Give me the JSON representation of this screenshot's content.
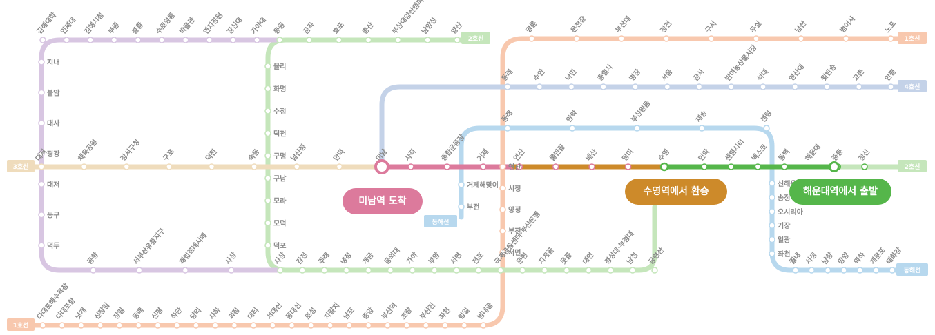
{
  "colors": {
    "line1": "#f8c8ae",
    "line2": "#c5e6bb",
    "line3": "#efdcbc",
    "line4": "#c4d2e8",
    "donghae": "#b7d8ee",
    "busangimhae": "#d8c6e2",
    "route_pink": "#dc7a9c",
    "route_brown": "#cd8a2a",
    "route_green": "#55b64a"
  },
  "badges": {
    "line1_top": "1호선",
    "line1_bottom": "1호선",
    "line2_right": "2호선",
    "line2_top": "2호선",
    "line3_left": "3호선",
    "line4_right": "4호선",
    "donghae_right": "동해선",
    "donghae_mid": "동해선"
  },
  "callouts": {
    "arrive": "미남역 도착",
    "transfer": "수영역에서 환승",
    "depart": "해운대역에서 출발"
  },
  "stations": {
    "line2_top": [
      "동원",
      "금곡",
      "호포",
      "증산",
      "부산대양산캠퍼스",
      "남양산",
      "양산"
    ],
    "line1_top": [
      "명륜",
      "온천장",
      "부산대",
      "장전",
      "구서",
      "두실",
      "남산",
      "범어사",
      "노포"
    ],
    "line4": [
      "동래",
      "수안",
      "낙민",
      "충렬사",
      "명장",
      "서동",
      "금사",
      "반여농산물시장",
      "석대",
      "영산대",
      "윗반송",
      "고촌",
      "안평"
    ],
    "line3": [
      "대저",
      "체육공원",
      "강서구청",
      "구포",
      "덕천",
      "숙등",
      "남산정",
      "만덕",
      "미남"
    ],
    "line3_right": [
      "사직",
      "종합운동장",
      "거제",
      "연산",
      "물만골",
      "배산",
      "망미",
      "수영"
    ],
    "line2_mid": [
      "민락",
      "센텀시티",
      "벡스코",
      "동백",
      "해운대",
      "중동",
      "장산"
    ],
    "donghae_top": [
      "동래",
      "안락",
      "부산원동",
      "재송",
      "센텀"
    ],
    "donghae_right": [
      "신해운대",
      "송정",
      "오시리아",
      "기장",
      "일광",
      "좌천"
    ],
    "donghae_bottom": [
      "월내",
      "서생",
      "남창",
      "망양",
      "덕하",
      "개운포",
      "태화강"
    ],
    "donghae_left": [
      "거제해맞이",
      "부전"
    ],
    "line1_left": [
      "연산",
      "시청",
      "양정",
      "부전",
      "서면"
    ],
    "line2_bottom": [
      "사상",
      "감전",
      "주례",
      "냉정",
      "개금",
      "동의대",
      "가야",
      "부암",
      "서면",
      "전포",
      "국제금융센터·부산은행",
      "문현",
      "지게골",
      "못골",
      "대연",
      "경성대·부경대",
      "남천",
      "금련산"
    ],
    "line2_left": [
      "율리",
      "화명",
      "수정",
      "덕천",
      "구명",
      "구남",
      "모라",
      "모덕",
      "덕포"
    ],
    "bgl_top": [
      "김해대학",
      "인제대",
      "김해시청",
      "부원",
      "봉황",
      "수로왕릉",
      "박물관",
      "연지공원",
      "장신대",
      "가야대"
    ],
    "bgl_left": [
      "지내",
      "불암",
      "대사",
      "평강",
      "대저",
      "등구",
      "덕두"
    ],
    "bgl_bottom": [
      "공항",
      "서부산유통지구",
      "괘법르네시떼",
      "사상"
    ],
    "line1_bottom": [
      "다대포해수욕장",
      "다대포항",
      "낫개",
      "신장림",
      "장림",
      "동매",
      "신평",
      "하단",
      "당리",
      "사하",
      "괴정",
      "대티",
      "서대신",
      "동대신",
      "토성",
      "자갈치",
      "남포",
      "중앙",
      "부산역",
      "초량",
      "부산진",
      "좌천",
      "범일",
      "범내골"
    ]
  }
}
